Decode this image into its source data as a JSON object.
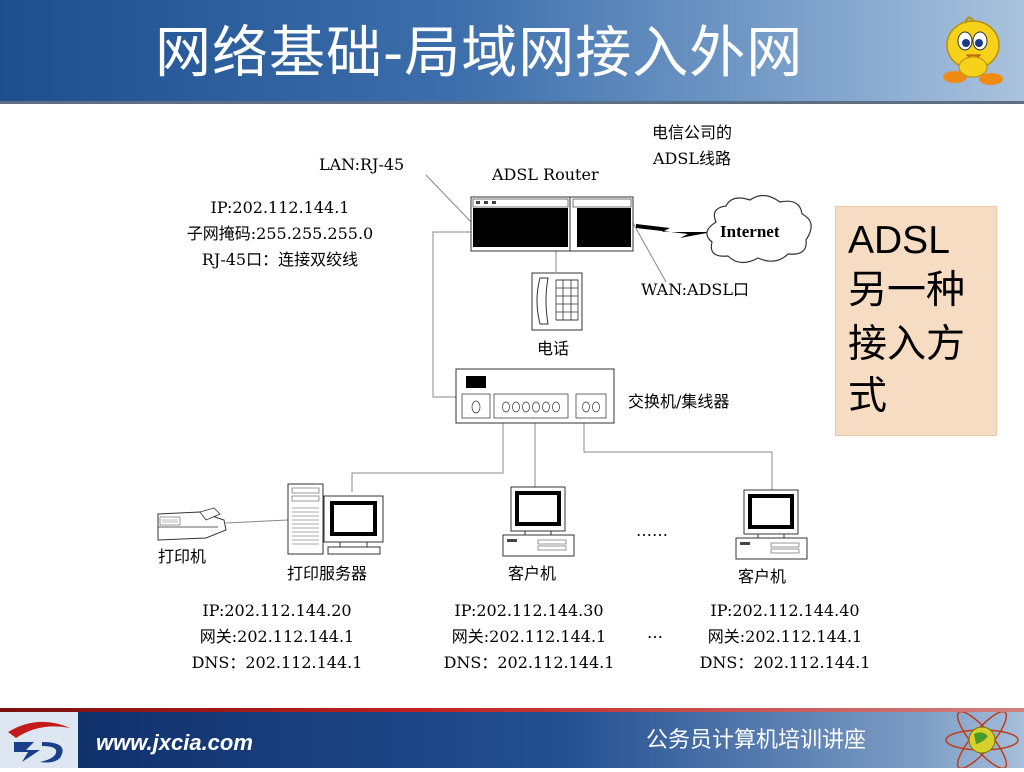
{
  "header": {
    "title": "网络基础-局域网接入外网"
  },
  "router": {
    "label": "ADSL Router",
    "lan_port": "LAN:RJ-45",
    "ip": "IP:202.112.144.1",
    "mask": "子网掩码:255.255.255.0",
    "rj45": "RJ-45口：连接双绞线",
    "wan": "WAN:ADSL口"
  },
  "telecom": {
    "line1": "电信公司的",
    "line2": "ADSL线路"
  },
  "internet": {
    "label": "Internet"
  },
  "phone": {
    "label": "电话"
  },
  "switch": {
    "label": "交换机/集线器"
  },
  "printer": {
    "label": "打印机"
  },
  "print_server": {
    "label": "打印服务器",
    "ip": "IP:202.112.144.20",
    "gateway": "网关:202.112.144.1",
    "dns": "DNS：202.112.144.1"
  },
  "client1": {
    "label": "客户机",
    "ip": "IP:202.112.144.30",
    "gateway": "网关:202.112.144.1",
    "dns": "DNS：202.112.144.1"
  },
  "client2": {
    "label": "客户机",
    "ip": "IP:202.112.144.40",
    "gateway": "网关:202.112.144.1",
    "dns": "DNS：202.112.144.1"
  },
  "ellipsis": {
    "top": "……",
    "middle": "…"
  },
  "sidebar": {
    "line1": "ADSL",
    "line2": "另一种",
    "line3": "接入方",
    "line4": "式"
  },
  "footer": {
    "url": "www.jxcia.com",
    "course": "公务员计算机培训讲座"
  },
  "colors": {
    "header": "#2d5f9e",
    "side_box": "#f6dcc3",
    "footer": "#1a3f7c",
    "footer_stripe": "#c02020"
  }
}
